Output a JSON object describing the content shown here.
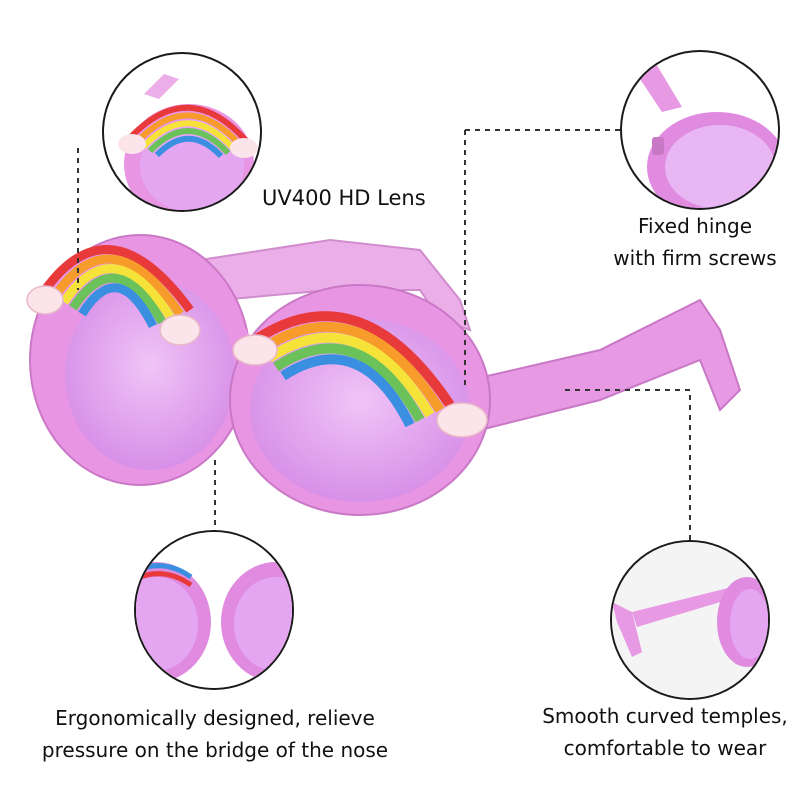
{
  "callouts": {
    "lens": "UV400 HD Lens",
    "hinge_line1": "Fixed hinge",
    "hinge_line2": "with firm screws",
    "bridge_line1": "Ergonomically designed, relieve",
    "bridge_line2": "pressure on the bridge of the nose",
    "temples_line1": "Smooth curved temples,",
    "temples_line2": "comfortable to wear"
  },
  "colors": {
    "frame": "#e58fe0",
    "frame_dark": "#c96cc6",
    "lens": "#e4a6f0",
    "rainbow": [
      "#e8393b",
      "#f79b2b",
      "#f6e33a",
      "#6cc25a",
      "#3a8fe0"
    ],
    "cloud": "#fbe4ea"
  }
}
